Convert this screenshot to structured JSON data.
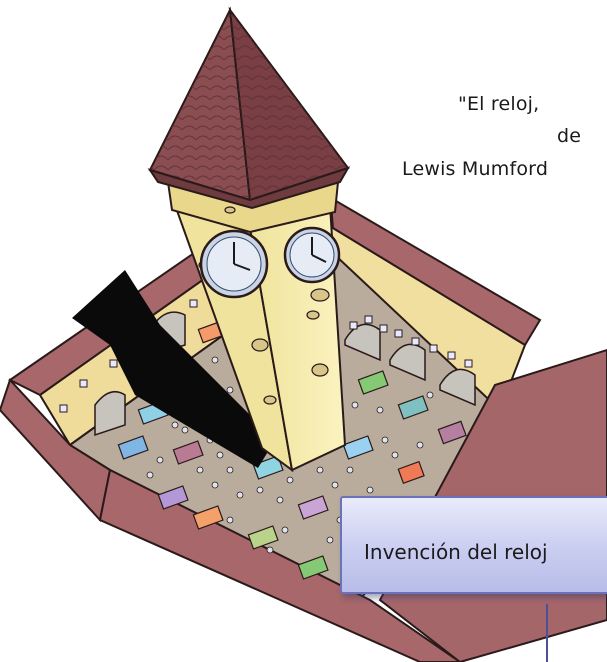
{
  "quote": {
    "line1": "\"El reloj,",
    "line2": "de",
    "line3": "Lewis Mumford"
  },
  "caption": {
    "text": "Invención del reloj"
  },
  "colors": {
    "roof": "#8a4e52",
    "tower": "#f3e9a6",
    "plaza_floor": "#b6a99a",
    "caption_border": "#6a73b8"
  }
}
